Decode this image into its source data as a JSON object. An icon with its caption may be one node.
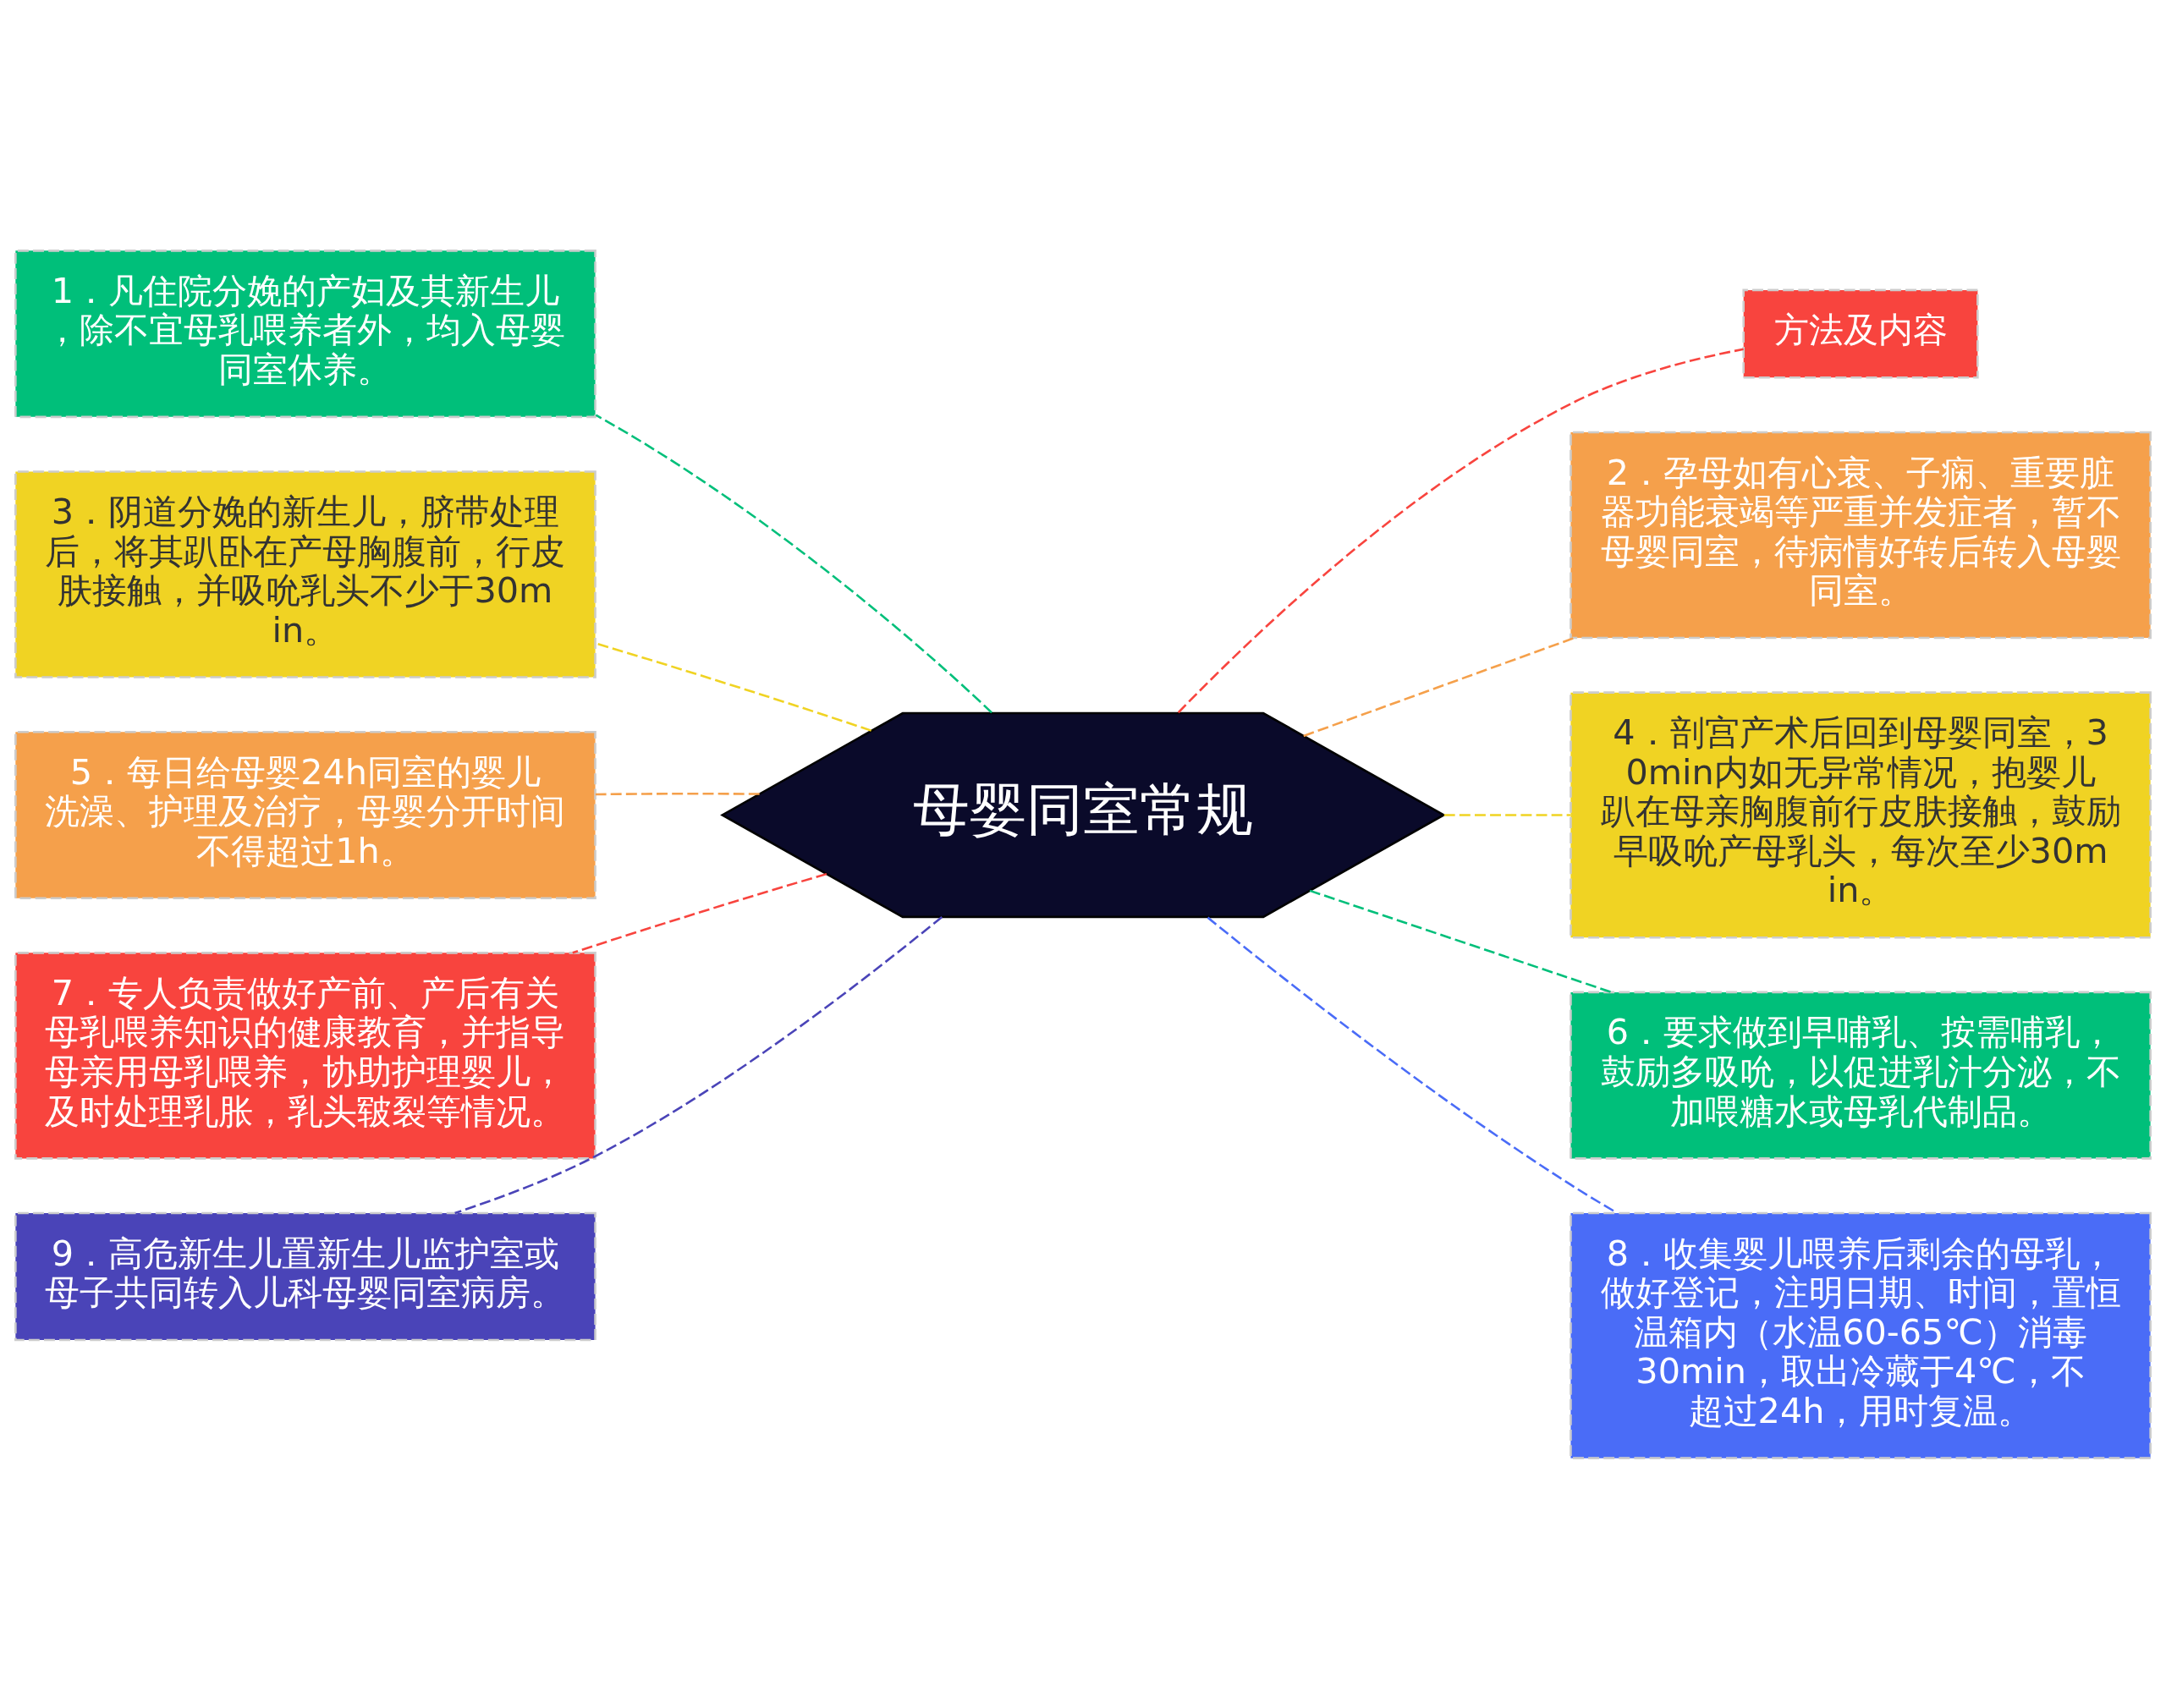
{
  "diagram": {
    "nodes": [
      {
        "text": [
          "母婴同室常规"
        ]
      },
      {
        "text": [
          "方法及内容"
        ]
      },
      {
        "text": [
          "1．凡住院分娩的产妇及其新生儿，除不宜母乳喂养者外，均入母婴同室休养。"
        ]
      },
      {
        "text": [
          "2．孕母如有心衰、子痫、重要脏器功能衰竭等严重并发症者，暂不母婴同室，待病情好转后转入母婴同室。"
        ]
      },
      {
        "text": [
          "3．阴道分娩的新生儿，脐带处理后，将其趴卧在产母胸腹前，行皮肤接触，并吸吮乳头不少于30min。"
        ]
      },
      {
        "text": [
          "4．剖宫产术后回到母婴同室，30min内如无异常情况，抱婴儿趴在母亲胸腹前行皮肤接触，鼓励早吸吮产母乳头，每次至少30min。"
        ]
      },
      {
        "text": [
          "5．每日给母婴24h同室的婴儿洗澡、护理及治疗，母婴分开时间不得超过1h。"
        ]
      },
      {
        "text": [
          "6．要求做到早哺乳、按需哺乳，鼓励多吸吮，以促进乳汁分泌，不加喂糖水或母乳代制品。"
        ]
      },
      {
        "text": [
          "7．专人负责做好产前、产后有关母乳喂养知识的健康教育，并指导母亲用母乳喂养，协助护理婴儿，及时处理乳胀，乳头皲裂等情况。"
        ]
      },
      {
        "text": [
          "8．收集婴儿喂养后剩余的母乳，做好登记，注明日期、时间，置恒温箱内（水温60-65℃）消毒30min，取出冷藏于4℃，不超过24h，用时复温。"
        ]
      },
      {
        "text": [
          "9．高危新生儿置新生儿监护室或母子共同转入儿科母婴同室病房。"
        ]
      }
    ],
    "edges": [
      {
        "from": 0,
        "to": 1,
        "arrow": "none",
        "style": "dashed",
        "color": "#f8443e"
      },
      {
        "from": 0,
        "to": 2,
        "arrow": "none",
        "style": "dashed",
        "color": "#00bf7a"
      },
      {
        "from": 0,
        "to": 3,
        "arrow": "none",
        "style": "dashed",
        "color": "#f5a04b"
      },
      {
        "from": 0,
        "to": 4,
        "arrow": "none",
        "style": "dashed",
        "color": "#f0d323"
      },
      {
        "from": 0,
        "to": 5,
        "arrow": "none",
        "style": "dashed",
        "color": "#f0d323"
      },
      {
        "from": 0,
        "to": 6,
        "arrow": "none",
        "style": "dashed",
        "color": "#f5a04b"
      },
      {
        "from": 0,
        "to": 7,
        "arrow": "none",
        "style": "dashed",
        "color": "#00bf7a"
      },
      {
        "from": 0,
        "to": 8,
        "arrow": "none",
        "style": "dashed",
        "color": "#f8443e"
      },
      {
        "from": 0,
        "to": 9,
        "arrow": "none",
        "style": "dashed",
        "color": "#4a6cf7"
      },
      {
        "from": 0,
        "to": 10,
        "arrow": "none",
        "style": "dashed",
        "color": "#4a44b8"
      }
    ]
  }
}
